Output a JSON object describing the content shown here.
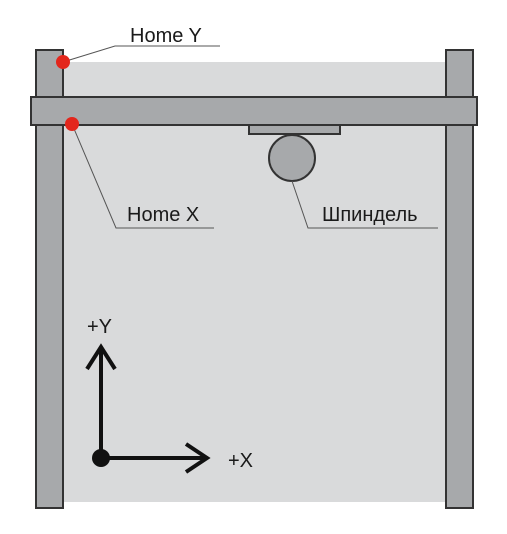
{
  "diagram": {
    "labels": {
      "home_y": "Home Y",
      "home_x": "Home X",
      "spindle": "Шпиндель",
      "axis_y": "+Y",
      "axis_x": "+X"
    },
    "colors": {
      "work_area": "#d9dadb",
      "frame": "#a7a9ab",
      "outline": "#333333",
      "home_marker": "#e3261c",
      "axis": "#111111"
    }
  }
}
